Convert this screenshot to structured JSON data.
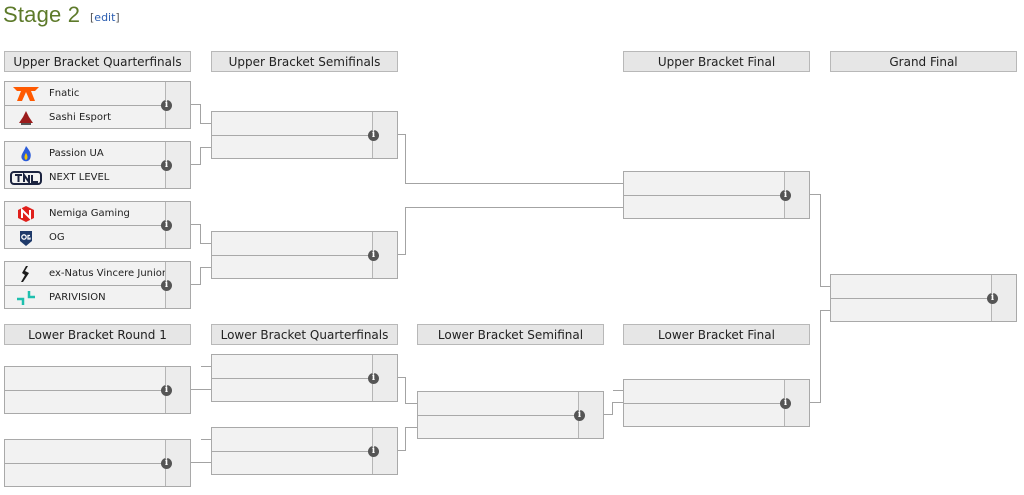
{
  "page": {
    "title": "Stage 2",
    "edit_label": "edit",
    "edit_bracket_open": "[",
    "edit_bracket_close": "]"
  },
  "headers": {
    "ubqf": "Upper Bracket Quarterfinals",
    "ubsf": "Upper Bracket Semifinals",
    "ubf": "Upper Bracket Final",
    "gf": "Grand Final",
    "lbr1": "Lower Bracket Round 1",
    "lbqf": "Lower Bracket Quarterfinals",
    "lbsf": "Lower Bracket Semifinal",
    "lbf": "Lower Bracket Final"
  },
  "teams": {
    "fnatic": {
      "name": "Fnatic",
      "icon": "fnatic-logo-icon",
      "color": "#ff5900"
    },
    "sashi": {
      "name": "Sashi Esport",
      "icon": "sashi-logo-icon",
      "color": "#9b1c1c"
    },
    "passion": {
      "name": "Passion UA",
      "icon": "passion-ua-logo-icon",
      "color": "#2b5bd7"
    },
    "nextlevel": {
      "name": "NEXT LEVEL",
      "icon": "next-level-logo-icon",
      "color": "#1c2440"
    },
    "nemiga": {
      "name": "Nemiga Gaming",
      "icon": "nemiga-logo-icon",
      "color": "#e0201c"
    },
    "og": {
      "name": "OG",
      "icon": "og-logo-icon",
      "color": "#1f3a6a"
    },
    "navi": {
      "name": "ex-Natus Vincere Junior",
      "icon": "navi-junior-logo-icon",
      "color": "#1b1b1b"
    },
    "parivision": {
      "name": "PARIVISION",
      "icon": "parivision-logo-icon",
      "color": "#1fbfae"
    }
  },
  "info_glyph": "i"
}
